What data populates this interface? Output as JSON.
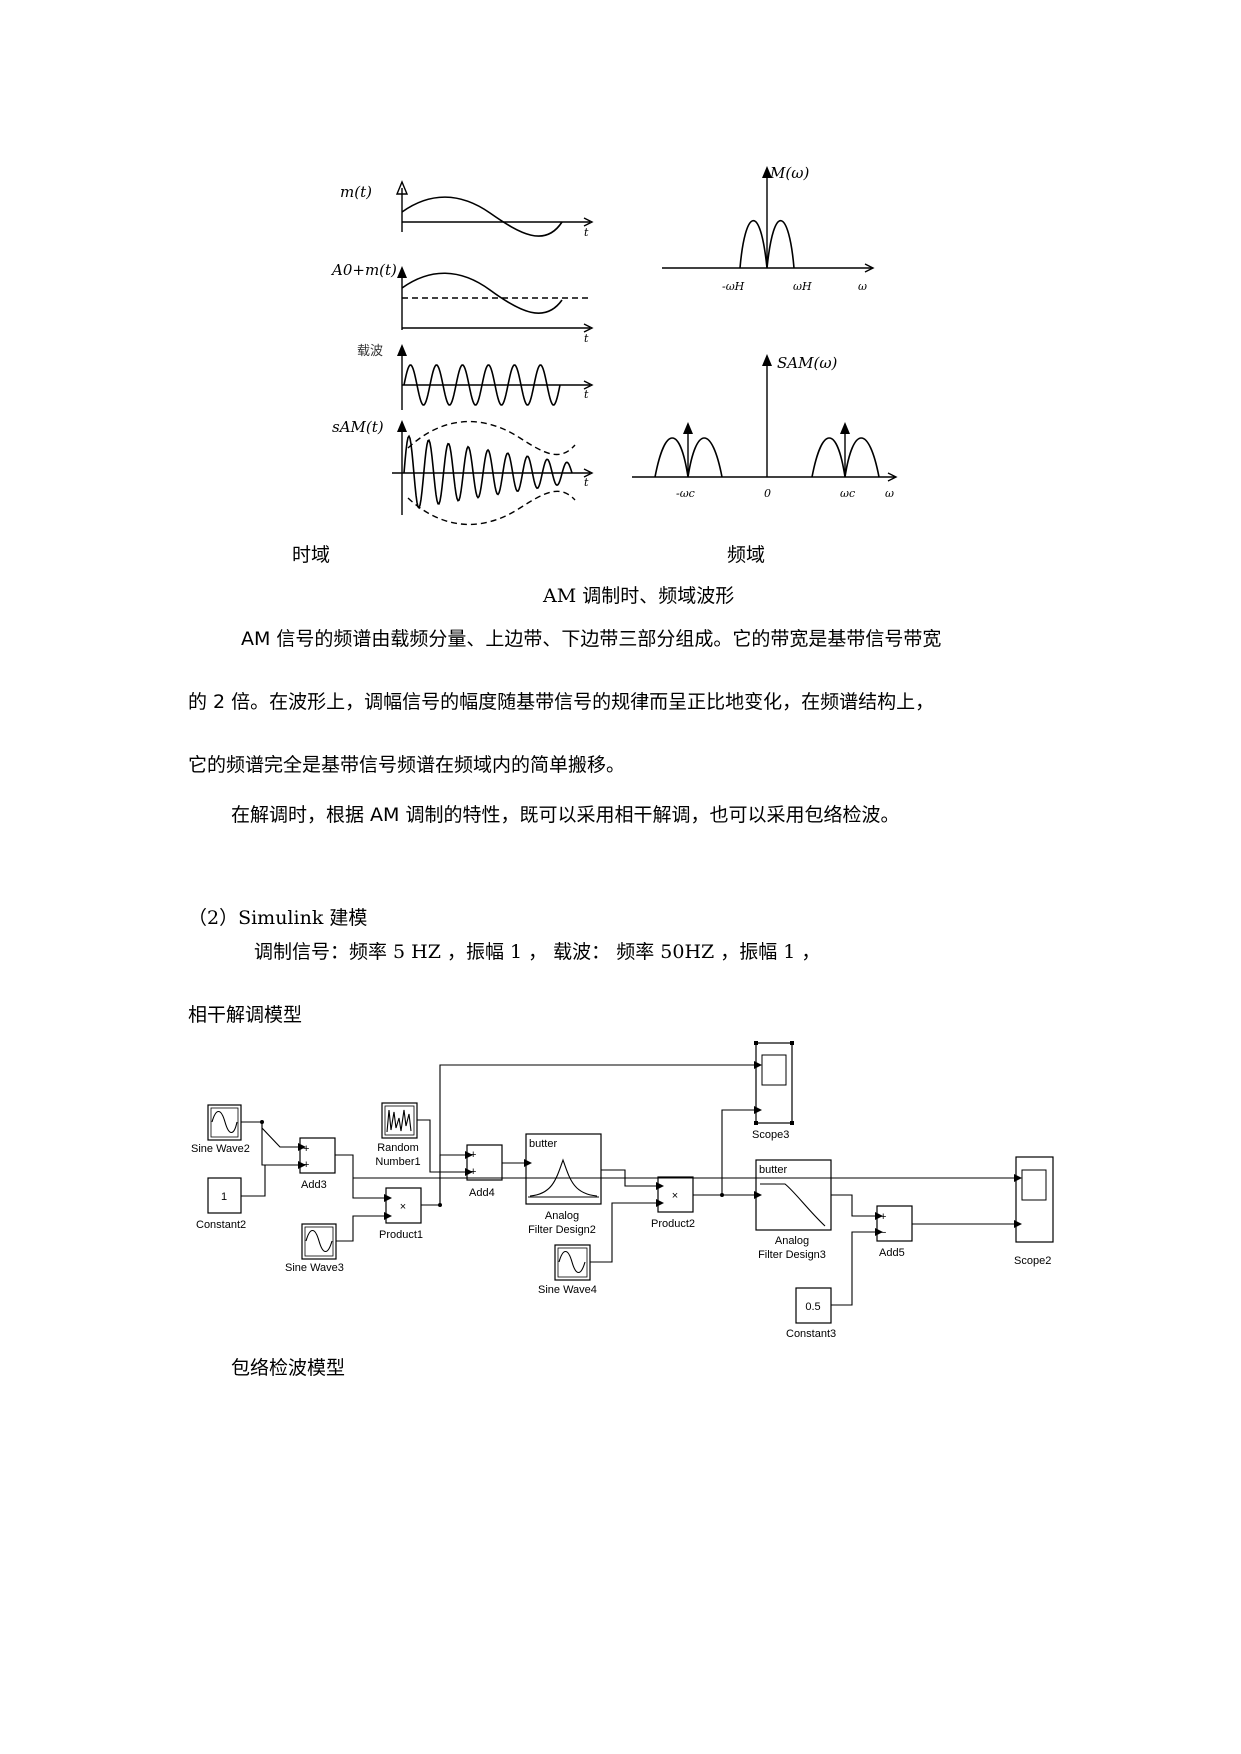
{
  "figure_am": {
    "left_labels": {
      "m_t": "m(t)",
      "a0_m_t": "A0+m(t)",
      "carrier": "载波",
      "s_am": "sAM(t)",
      "t": "t"
    },
    "right_labels": {
      "M_omega": "M(ω)",
      "neg_omega_h": "-ωH",
      "omega_h": "ωH",
      "omega": "ω",
      "S_am_omega": "SAM(ω)",
      "neg_omega_c": "-ωc",
      "zero": "0",
      "omega_c": "ωc"
    },
    "time_domain_label": "时域",
    "freq_domain_label": "频域",
    "caption": "AM 调制时、频域波形"
  },
  "paragraphs": {
    "p1_line1": "AM 信号的频谱由载频分量、上边带、下边带三部分组成。它的带宽是基带信号带宽",
    "p1_line2": "的 2 倍。在波形上，调幅信号的幅度随基带信号的规律而呈正比地变化，在频谱结构上，",
    "p1_line3": "它的频谱完全是基带信号频谱在频域内的简单搬移。",
    "p2": "在解调时，根据 AM 调制的特性，既可以采用相干解调，也可以采用包络检波。",
    "section_title": "（2）Simulink 建模",
    "params": "调制信号：频率 5 HZ ，振幅 1 ，  载波：  频率 50HZ ，振幅 1 ，",
    "coherent_title": "相干解调模型",
    "envelope_title": "包络检波模型"
  },
  "simulink": {
    "sine_wave2": "Sine Wave2",
    "constant2": "Constant2",
    "constant2_value": "1",
    "add3": "Add3",
    "sine_wave3": "Sine Wave3",
    "product1": "Product1",
    "random_number1_line1": "Random",
    "random_number1_line2": "Number1",
    "add4": "Add4",
    "butter": "butter",
    "filter2_line1": "Analog",
    "filter2_line2": "Filter Design2",
    "sine_wave4": "Sine Wave4",
    "product2": "Product2",
    "scope3": "Scope3",
    "filter3_line1": "Analog",
    "filter3_line2": "Filter Design3",
    "add5": "Add5",
    "constant3": "Constant3",
    "constant3_value": "0.5",
    "scope2": "Scope2",
    "plus": "+",
    "minus": "−",
    "times": "×"
  }
}
